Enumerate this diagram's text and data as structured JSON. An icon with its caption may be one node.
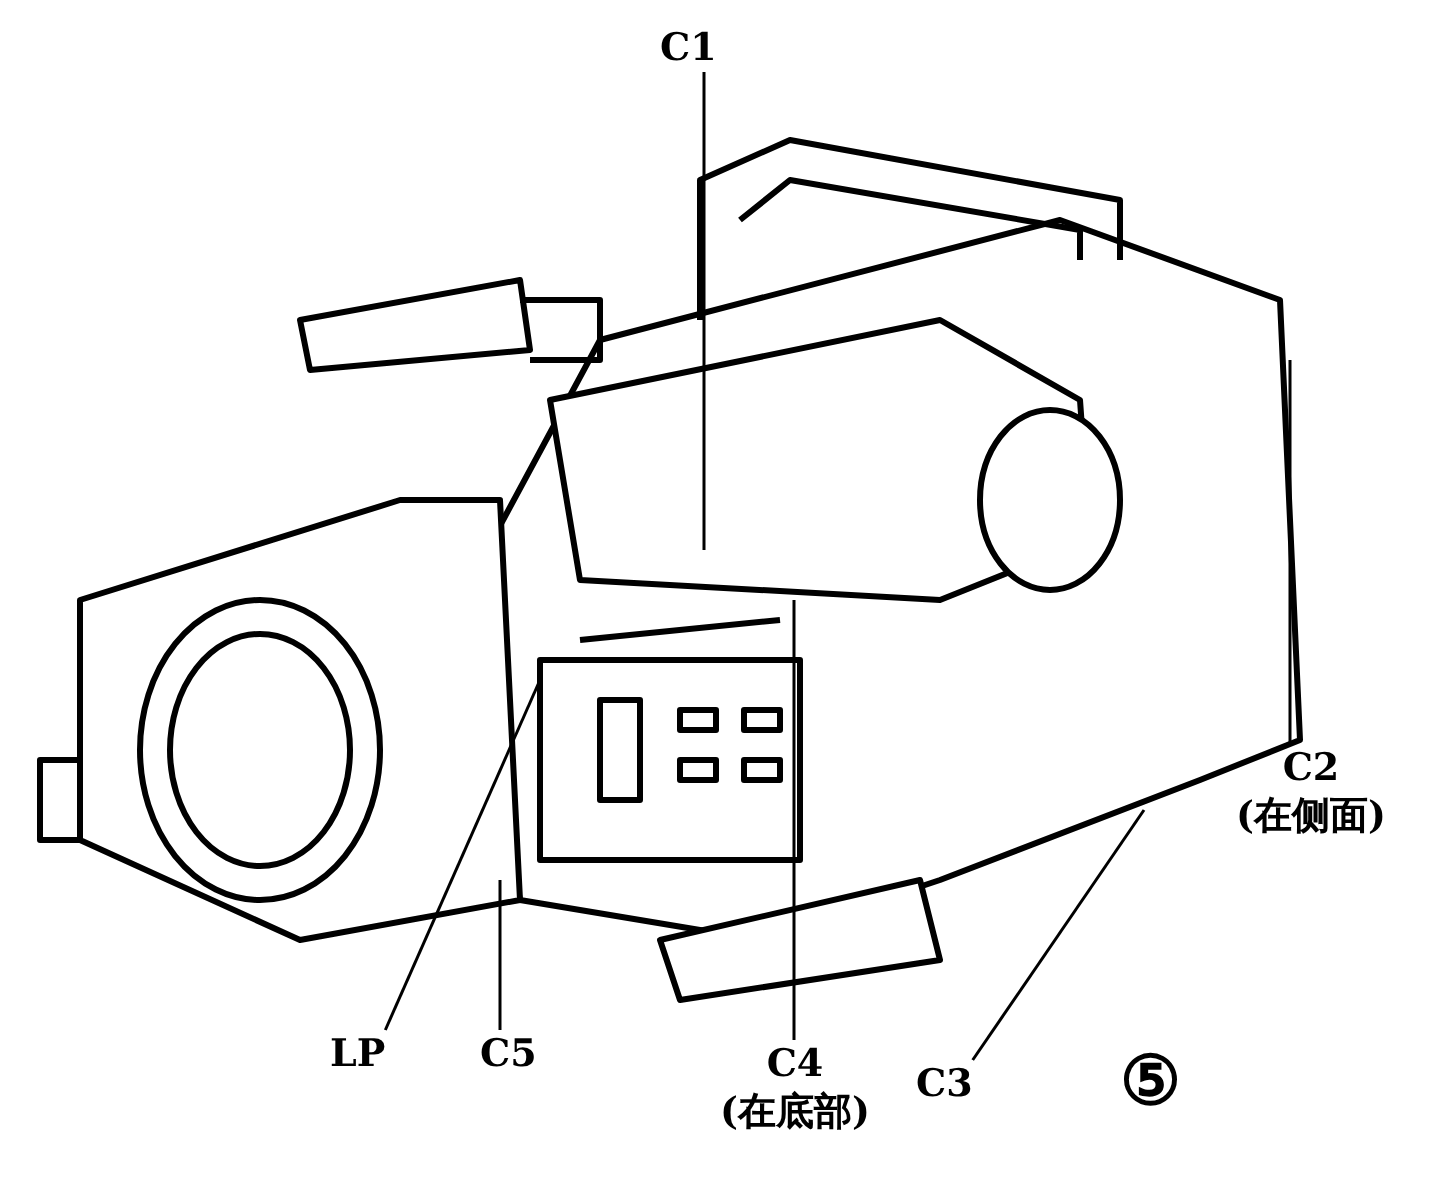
{
  "diagram": {
    "nodes": [
      {
        "text": [
          "C1"
        ]
      },
      {
        "text": [
          "C2",
          "(在侧面)"
        ]
      },
      {
        "text": [
          "LP"
        ]
      },
      {
        "text": [
          "C5"
        ]
      },
      {
        "text": [
          "C4",
          "(在底部)"
        ]
      },
      {
        "text": [
          "C3"
        ]
      }
    ],
    "edges": [
      {
        "from": 0,
        "to": null,
        "arrow": "none"
      },
      {
        "from": 1,
        "to": null,
        "arrow": "none"
      },
      {
        "from": 2,
        "to": null,
        "arrow": "none"
      },
      {
        "from": 3,
        "to": null,
        "arrow": "none"
      },
      {
        "from": 4,
        "to": null,
        "arrow": "none"
      },
      {
        "from": 5,
        "to": null,
        "arrow": "none"
      }
    ],
    "labels": [
      "⑤"
    ]
  }
}
